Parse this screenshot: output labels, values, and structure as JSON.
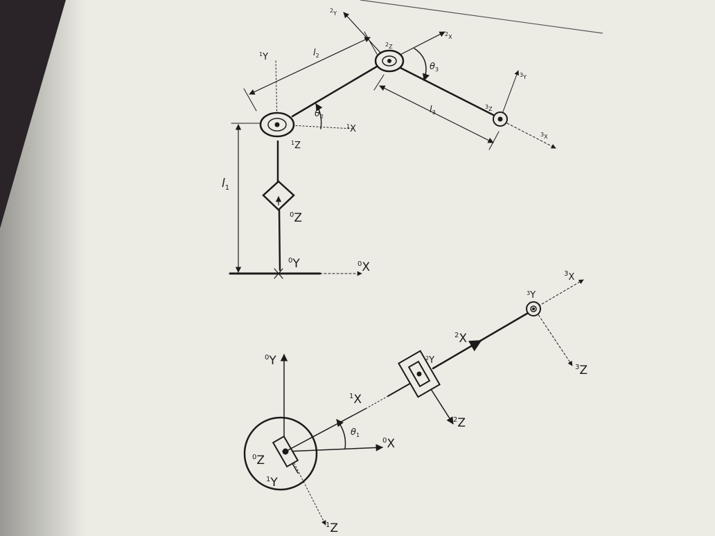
{
  "colors": {
    "ink": "#1b1b1b",
    "paper": "#ecebe4",
    "background": "#2a2327"
  },
  "side_view": {
    "lengths": {
      "l1": "l",
      "l1_sub": "1",
      "l2": "l",
      "l2_sub": "2",
      "l3": "l",
      "l3_sub": "3"
    },
    "angles": {
      "theta2": "θ",
      "theta2_sub": "2",
      "theta3": "θ",
      "theta3_sub": "3"
    },
    "axes": {
      "y0": {
        "pre": "0",
        "main": "Y"
      },
      "x0": {
        "pre": "0",
        "main": "X"
      },
      "z0": {
        "pre": "0",
        "main": "Z"
      },
      "y1": {
        "pre": "1",
        "main": "Y"
      },
      "x1": {
        "pre": "1",
        "main": "X"
      },
      "z1": {
        "pre": "1",
        "main": "Z"
      },
      "y2": {
        "pre": "2",
        "main": "Y"
      },
      "x2": {
        "pre": "2",
        "main": "X"
      },
      "z2": {
        "pre": "2",
        "main": "Z"
      },
      "y3": {
        "pre": "3",
        "main": "Y"
      },
      "x3": {
        "pre": "3",
        "main": "X"
      },
      "z3": {
        "pre": "3",
        "main": "Z"
      }
    }
  },
  "top_view": {
    "angles": {
      "theta1": "θ",
      "theta1_sub": "1"
    },
    "axes": {
      "y0": {
        "pre": "0",
        "main": "Y"
      },
      "x0": {
        "pre": "0",
        "main": "X"
      },
      "z0": {
        "pre": "0",
        "main": "Z"
      },
      "x1": {
        "pre": "1",
        "main": "X"
      },
      "y1": {
        "pre": "1",
        "main": "Y"
      },
      "z1": {
        "pre": "1",
        "main": "Z"
      },
      "x2": {
        "pre": "2",
        "main": "X"
      },
      "y2": {
        "pre": "2",
        "main": "Y"
      },
      "z2": {
        "pre": "2",
        "main": "Z"
      },
      "x3": {
        "pre": "3",
        "main": "X"
      },
      "y3": {
        "pre": "3",
        "main": "Y"
      },
      "z3": {
        "pre": "3",
        "main": "Z"
      }
    }
  }
}
